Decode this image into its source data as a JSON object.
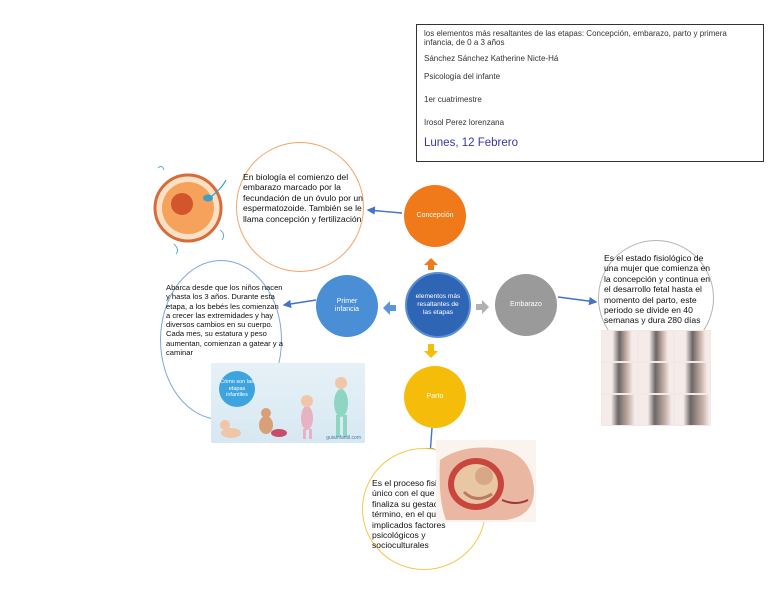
{
  "info": {
    "title_line": "los elementos más resaltantes de las etapas: Concepción, embarazo, parto y primera infancia, de 0 a 3 años",
    "author": "Sánchez Sánchez Katherine Nicte-Há",
    "subject": "Psicología del infante",
    "term": "1er cuatrimestre",
    "teacher": "Irosol Perez lorenzana",
    "date": "Lunes, 12 Febrero"
  },
  "center": {
    "label": "elementos más resaltantes de las etapas"
  },
  "nodes": {
    "concepcion": {
      "label": "Concepción",
      "color": "#f07a1a"
    },
    "embarazo": {
      "label": "Embarazo",
      "color": "#9a9a9a"
    },
    "parto": {
      "label": "Parto",
      "color": "#f5bd0a"
    },
    "infancia": {
      "label": "Primer infancia",
      "color": "#4a8fd6"
    }
  },
  "descriptions": {
    "concepcion": "En biología el comienzo del embarazo marcado por la fecundación de un óvulo por un espermatozoide. También se le llama concepción y fertilización",
    "embarazo": "Es el estado fisiológico de una mujer que comienza en la concepción y continua en el desarrollo fetal hasta el momento del parto, este periodo se divide en 40 semanas y dura 280 días",
    "parto": "Es el proceso fisiológico único con el que la mujer finaliza su gestación a término, en el que están implicados factores psicológicos y socioculturales",
    "infancia": "Abarca desde que los niños nacen y hasta los 3 años. Durante esta etapa, a los bebés les comienzan a crecer las extremidades y hay diversos cambios en su cuerpo. Cada mes, su estatura y peso aumentan, comienzan a gatear y a caminar"
  },
  "infant_image": {
    "badge": "Cómo son las etapas infantiles",
    "watermark": "guiainfantil.com"
  },
  "colors": {
    "center_blue": "#2e66b5",
    "link_blue": "#4472c4",
    "outline_orange": "#f5a36a",
    "outline_gray": "#b5b5b5",
    "outline_gold": "#f5c84a",
    "outline_blue": "#7fa7dc"
  }
}
